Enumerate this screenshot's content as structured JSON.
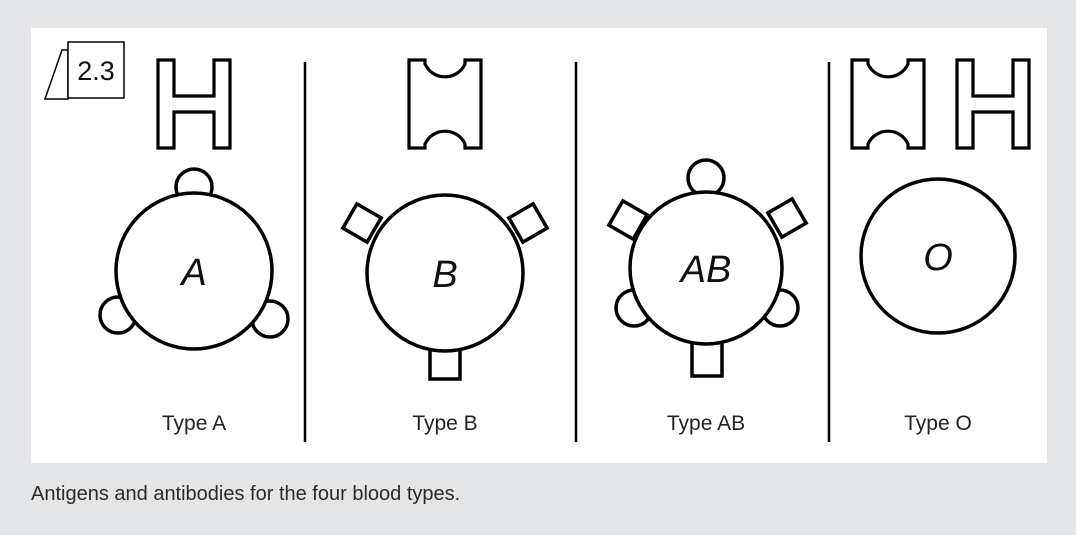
{
  "figure": {
    "badge": "2.3",
    "caption": "Antigens and antibodies for the four blood types.",
    "panels": [
      {
        "type_label": "Type A",
        "cell_letter": "A",
        "antigens": [
          "round",
          "round",
          "round"
        ],
        "antibodies": [
          "anti-B"
        ]
      },
      {
        "type_label": "Type B",
        "cell_letter": "B",
        "antigens": [
          "square",
          "square",
          "square"
        ],
        "antibodies": [
          "anti-A"
        ]
      },
      {
        "type_label": "Type AB",
        "cell_letter": "AB",
        "antigens": [
          "round",
          "square",
          "round",
          "square",
          "round",
          "square"
        ],
        "antibodies": []
      },
      {
        "type_label": "Type O",
        "cell_letter": "O",
        "antigens": [],
        "antibodies": [
          "anti-A",
          "anti-B"
        ]
      }
    ]
  }
}
